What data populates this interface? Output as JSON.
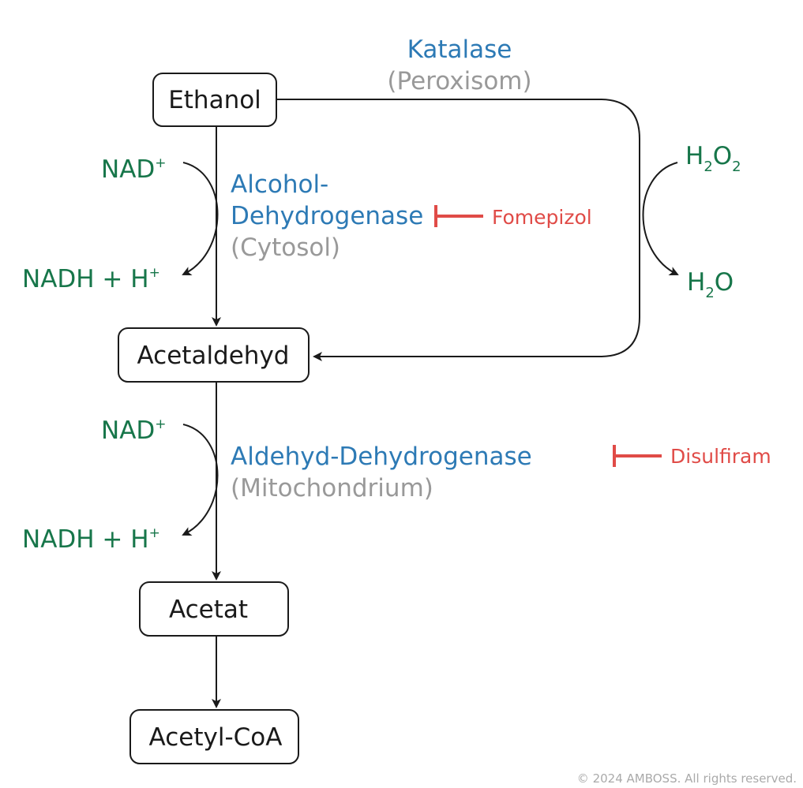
{
  "nodes": {
    "ethanol": "Ethanol",
    "acetaldehyde": "Acetaldehyd",
    "acetate": "Acetat",
    "acetyl_coa": "Acetyl-CoA"
  },
  "enzymes": {
    "catalase": {
      "name": "Katalase",
      "location": "(Peroxisom)"
    },
    "adh": {
      "name_line1": "Alcohol-",
      "name_line2": "Dehydrogenase",
      "location": "(Cytosol)"
    },
    "aldh": {
      "name": "Aldehyd-Dehydrogenase",
      "location": "(Mitochondrium)"
    }
  },
  "cofactors": {
    "step1_in": {
      "base": "NAD",
      "sup": "+"
    },
    "step1_out": {
      "base": "NADH + H",
      "sup": "+"
    },
    "step2_in": {
      "base": "NAD",
      "sup": "+"
    },
    "step2_out": {
      "base": "NADH + H",
      "sup": "+"
    },
    "catalase_in": {
      "h": "H",
      "sub1": "2",
      "o": "O",
      "sub2": "2"
    },
    "catalase_out": {
      "h": "H",
      "sub1": "2",
      "o": "O"
    }
  },
  "inhibitors": {
    "adh": "Fomepizol",
    "aldh": "Disulfiram"
  },
  "colors": {
    "enzyme": "#2d7ab5",
    "location": "#999999",
    "cofactor": "#17764a",
    "inhibitor": "#e04b47",
    "node_stroke": "#1a1a1a"
  },
  "copyright": "© 2024 AMBOSS. All rights reserved."
}
